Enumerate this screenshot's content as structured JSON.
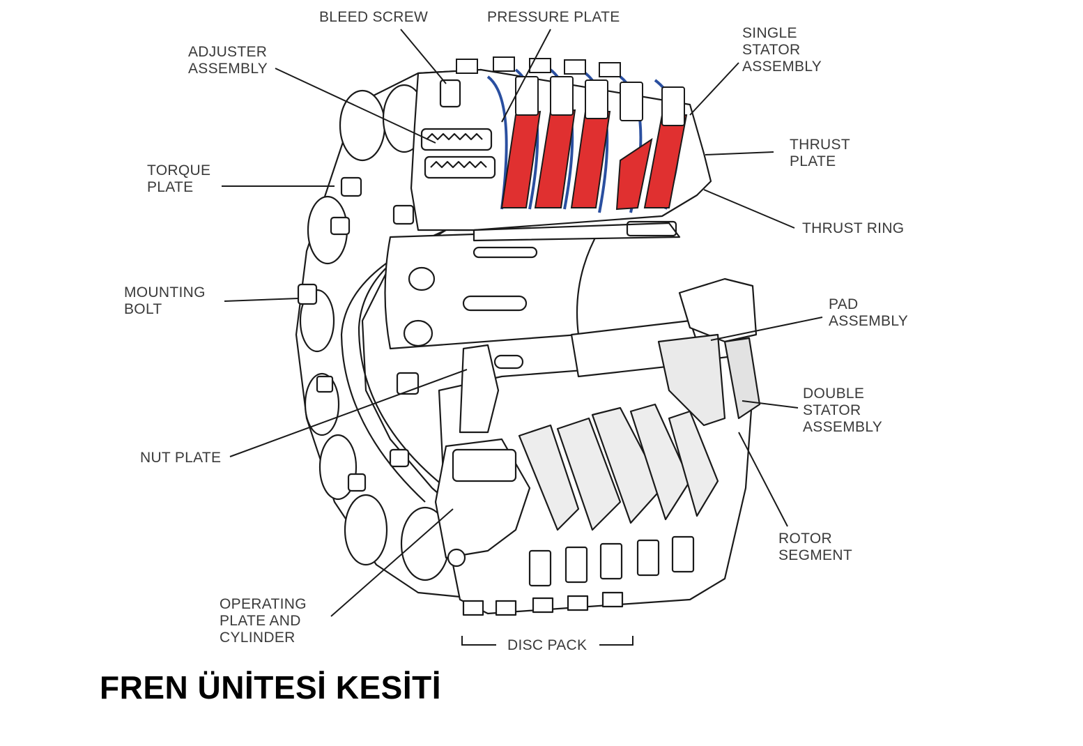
{
  "title": "FREN ÜNİTESİ KESİTİ",
  "labels": {
    "bleed_screw": [
      "BLEED SCREW"
    ],
    "pressure_plate": [
      "PRESSURE PLATE"
    ],
    "single_stator": [
      "SINGLE",
      "STATOR",
      "ASSEMBLY"
    ],
    "adjuster": [
      "ADJUSTER",
      "ASSEMBLY"
    ],
    "thrust_plate": [
      "THRUST",
      "PLATE"
    ],
    "torque_plate": [
      "TORQUE",
      "PLATE"
    ],
    "thrust_ring": [
      "THRUST RING"
    ],
    "mounting_bolt": [
      "MOUNTING",
      "BOLT"
    ],
    "pad_assembly": [
      "PAD",
      "ASSEMBLY"
    ],
    "double_stator": [
      "DOUBLE",
      "STATOR",
      "ASSEMBLY"
    ],
    "nut_plate": [
      "NUT PLATE"
    ],
    "rotor_segment": [
      "ROTOR",
      "SEGMENT"
    ],
    "operating_plate": [
      "OPERATING",
      "PLATE AND",
      "CYLINDER"
    ],
    "disc_pack": [
      "DISC PACK"
    ]
  },
  "colors": {
    "rotor_fill": "#e03030",
    "stator_outline": "#2a4fa0",
    "line": "#1a1a1a",
    "label": "#3a3a3a"
  }
}
